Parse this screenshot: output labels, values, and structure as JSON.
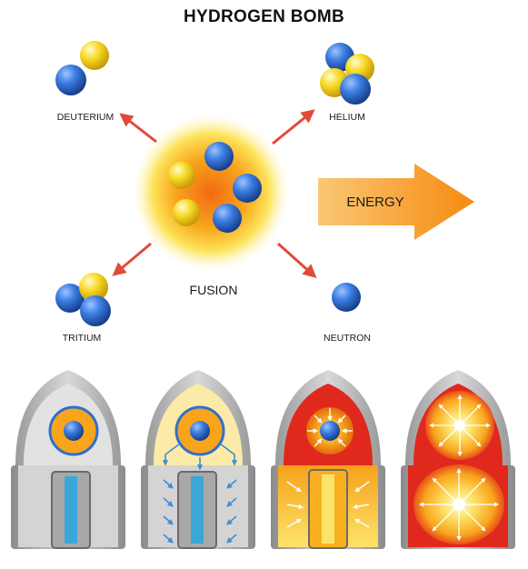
{
  "title": "HYDROGEN BOMB",
  "labels": {
    "deuterium": "DEUTERIUM",
    "helium": "HELIUM",
    "tritium": "TRITIUM",
    "neutron": "NEUTRON",
    "fusion": "FUSION",
    "energy": "ENERGY"
  },
  "colors": {
    "proton": "#f6d21a",
    "neutron_particle": "#2f6fcf",
    "arrow": "#e04a3a",
    "energy_arrow": "#f7961f",
    "casing": "#c9c9c9",
    "blast_red": "#e0281c",
    "blast_orange": "#f8a51c"
  },
  "stages": [
    "stage-1-intact",
    "stage-2-x-rays",
    "stage-3-heating",
    "stage-4-explosion"
  ]
}
